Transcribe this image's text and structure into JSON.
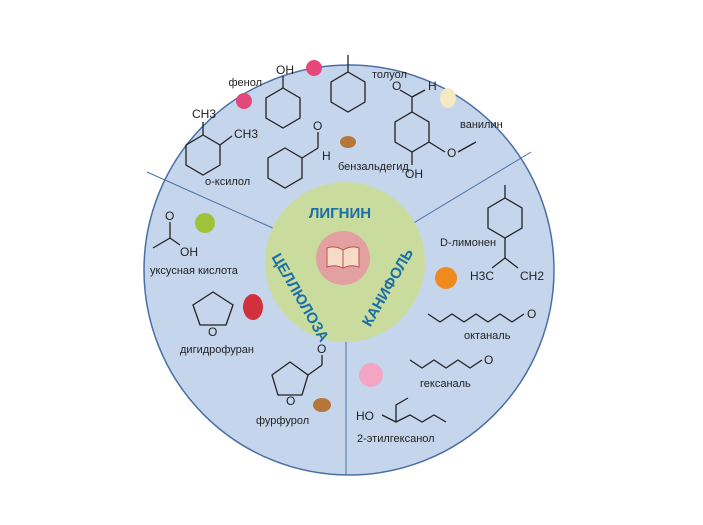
{
  "center": {
    "icon": "open-book-icon",
    "sections": [
      "ЛИГНИН",
      "ЦЕЛЛЮЛОЗА",
      "КАНИФОЛЬ"
    ]
  },
  "lignin": {
    "compounds": [
      "фенол",
      "толуол",
      "о-ксилол",
      "бензальдегид",
      "ванилин"
    ]
  },
  "cellulose": {
    "compounds": [
      "уксусная кислота",
      "дигидрофуран",
      "фурфурол"
    ]
  },
  "rosin": {
    "compounds": [
      "D-лимонен",
      "октаналь",
      "гексаналь",
      "2-этилгексанол"
    ]
  },
  "atoms": {
    "oh": "OH",
    "ch3": "CH3",
    "ch3_sub": "3",
    "ch": "CH",
    "o": "O",
    "h": "H",
    "h3c": "H3C",
    "ch2": "CH2",
    "ho": "HO",
    "och3": "O"
  },
  "colors": {
    "outer": "#c5d6ec",
    "inner": "#c9dc9e",
    "core": "#e3a0a0",
    "sect_text": "#1a6fa8"
  }
}
